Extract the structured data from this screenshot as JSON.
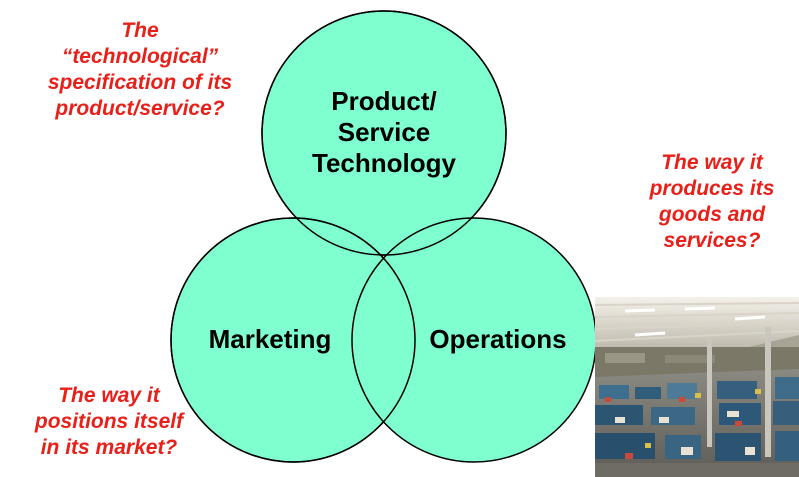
{
  "colors": {
    "circle_fill": "#7fffd0",
    "circle_stroke": "#000000",
    "annotation_text": "#e8201a",
    "label_text": "#000000"
  },
  "circles": {
    "top": {
      "lines": [
        "Product/",
        "Service",
        "Technology"
      ]
    },
    "left": {
      "lines": [
        "Marketing"
      ]
    },
    "right": {
      "lines": [
        "Operations"
      ]
    }
  },
  "annotations": {
    "top_left": [
      "The",
      "“technological”",
      "specification of its",
      "product/service?"
    ],
    "right": [
      "The way it",
      "produces its",
      "goods and",
      "services?"
    ],
    "bottom_left": [
      "The way it",
      "positions itself",
      "in its market?"
    ]
  },
  "image": {
    "icon": "factory-floor-photo"
  }
}
